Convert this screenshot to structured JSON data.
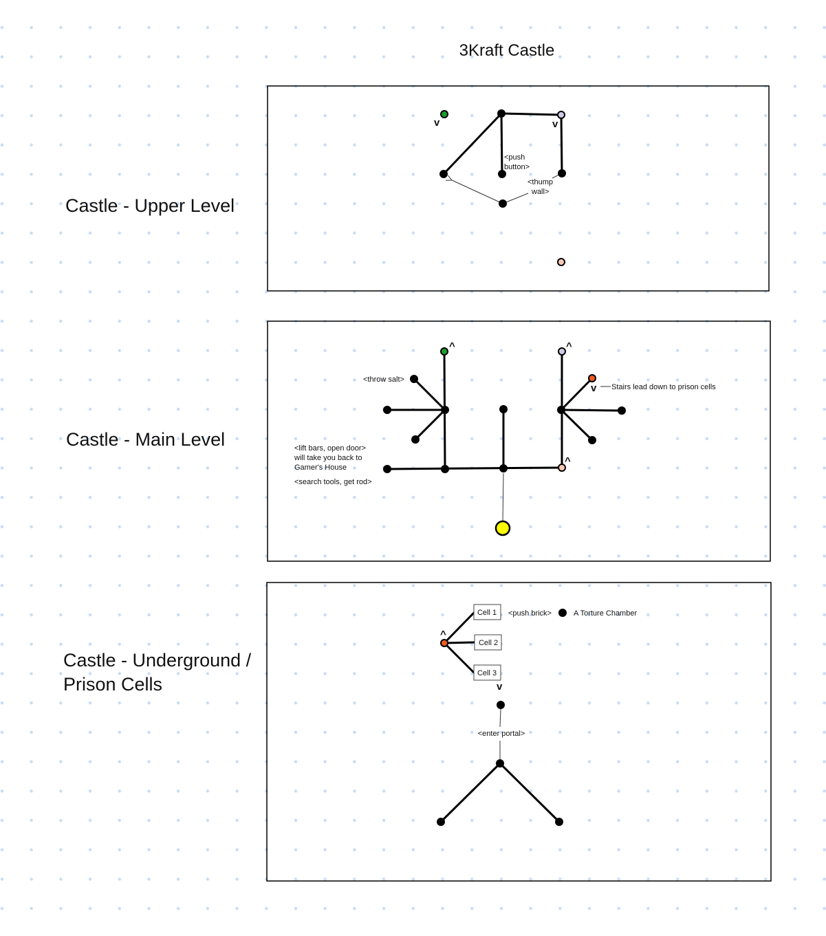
{
  "title": "3Kraft Castle",
  "colors": {
    "grid_dot": "#c9dcf7",
    "green": "#1a9c2f",
    "lavender": "#cfcbe8",
    "peach": "#f8c9b5",
    "red": "#f05a22",
    "yellow": "#ffff00"
  },
  "sections": [
    {
      "label": "Castle - Upper Level",
      "annotations": [
        "<push",
        "button>",
        "<thump",
        "wall>"
      ]
    },
    {
      "label": "Castle - Main Level",
      "annotations": [
        "<throw salt>",
        "Stairs lead down to prison cells",
        "<lift bars, open door>",
        "will take you back to",
        "Gamer's House",
        "<search tools, get rod>"
      ]
    },
    {
      "label_lines": [
        "Castle - Underground /",
        "Prison Cells"
      ],
      "cells": [
        "Cell 1",
        "Cell 2",
        "Cell 3"
      ],
      "annotations": [
        "<push brick>",
        "A Torture Chamber",
        "<enter portal>"
      ]
    }
  ],
  "markers": {
    "up": "^",
    "down": "v"
  }
}
